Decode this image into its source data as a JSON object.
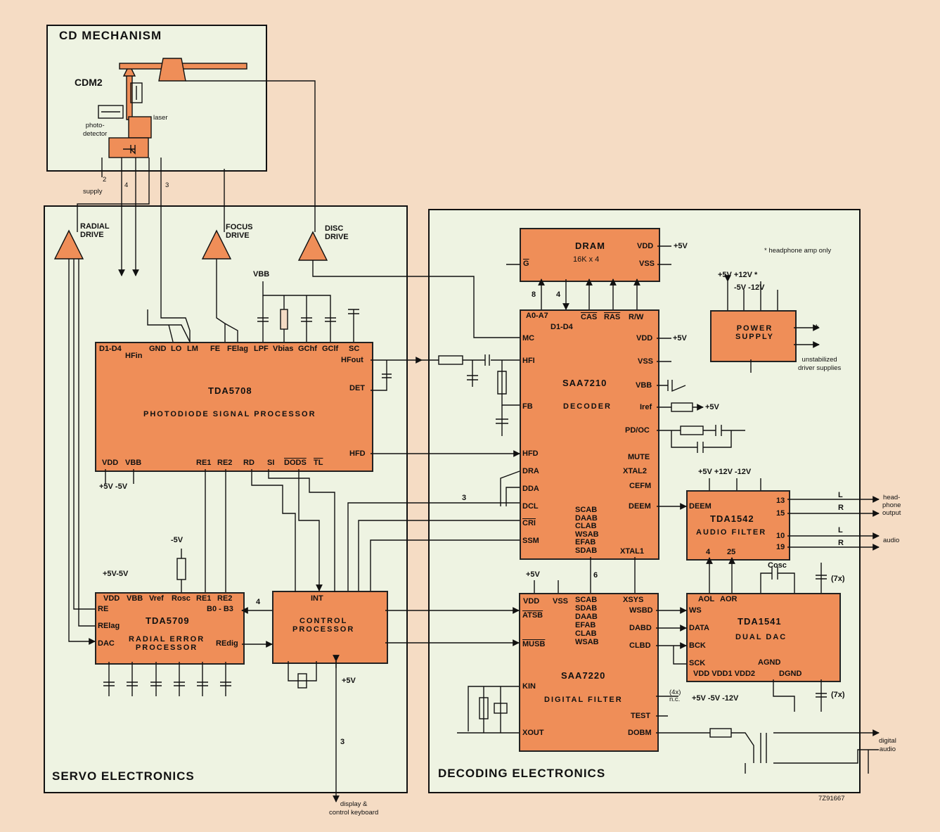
{
  "sections": {
    "cd_mechanism": "CD MECHANISM",
    "servo": "SERVO ELECTRONICS",
    "decoding": "DECODING ELECTRONICS"
  },
  "mechanism": {
    "cdm2": "CDM2",
    "laser": "laser",
    "photodetector": "photo-\ndetector",
    "supply": "supply",
    "bus2": "2",
    "bus4": "4",
    "bus3": "3"
  },
  "drives": {
    "radial": "RADIAL\nDRIVE",
    "focus": "FOCUS\nDRIVE",
    "disc": "DISC\nDRIVE"
  },
  "tda5708": {
    "name": "TDA5708",
    "function": "PHOTODIODE SIGNAL PROCESSOR",
    "pins": {
      "d1d4": "D1-D4",
      "hfin": "HFin",
      "gnd": "GND",
      "lo": "LO",
      "lm": "LM",
      "fe": "FE",
      "felag": "FElag",
      "lpf": "LPF",
      "vbias": "Vbias",
      "gchf": "GChf",
      "gclf": "GClf",
      "sc": "SC",
      "hfout": "HFout",
      "det": "DET",
      "hfd": "HFD",
      "vdd": "VDD",
      "vbb": "VBB",
      "re1": "RE1",
      "re2": "RE2",
      "rd": "RD",
      "si": "SI",
      "dods": "DODS",
      "tl": "TL"
    },
    "supply": "+5V -5V",
    "vbb_rail": "VBB"
  },
  "tda5709": {
    "name": "TDA5709",
    "function": "RADIAL ERROR\nPROCESSOR",
    "pins": {
      "re": "RE",
      "relag": "RElag",
      "dac": "DAC",
      "vdd": "VDD",
      "vbb": "VBB",
      "vref": "Vref",
      "rosc": "Rosc",
      "re1": "RE1",
      "re2": "RE2",
      "b0b3": "B0 - B3",
      "redig": "REdig"
    },
    "supply": "+5V-5V",
    "neg5": "-5V",
    "bus4": "4"
  },
  "control": {
    "name": "CONTROL\nPROCESSOR",
    "int": "INT",
    "plus5": "+5V",
    "bus3": "3",
    "display": "display &\ncontrol keyboard"
  },
  "dram": {
    "name": "DRAM",
    "size": "16K x 4",
    "g": "G",
    "vdd": "VDD",
    "vss": "VSS",
    "plus5": "+5V",
    "bus8": "8",
    "bus4": "4"
  },
  "saa7210": {
    "name": "SAA7210",
    "function": "DECODER",
    "pins": {
      "a0a7": "A0-A7",
      "d1d4": "D1-D4",
      "cas": "CAS",
      "ras": "RAS",
      "rw": "R/W",
      "mc": "MC",
      "hfi": "HFI",
      "fb": "FB",
      "hfd": "HFD",
      "dra": "DRA",
      "dda": "DDA",
      "dcl": "DCL",
      "cri": "CRI",
      "ssm": "SSM",
      "vdd": "VDD",
      "vss": "VSS",
      "vbb": "VBB",
      "iref": "Iref",
      "pdoc": "PD/OC",
      "mute": "MUTE",
      "xtal2": "XTAL2",
      "cefm": "CEFM",
      "deem": "DEEM",
      "xtal1": "XTAL1",
      "outs": "SCAB\nDAAB\nCLAB\nWSAB\nEFAB\nSDAB"
    },
    "plus5a": "+5V",
    "plus5b": "+5V",
    "bus3": "3"
  },
  "psu": {
    "name": "POWER\nSUPPLY",
    "note": "* headphone amp only",
    "rails_top": "+5V  +12V *",
    "rails_mid": "-5V  -12V",
    "plus": "+",
    "minus": "-",
    "unstab": "unstabilized\ndriver supplies"
  },
  "tda1542": {
    "name": "TDA1542",
    "function": "AUDIO FILTER",
    "rails": "+5V  +12V -12V",
    "deem": "DEEM",
    "p4": "4",
    "p25": "25",
    "p13": "13",
    "p15": "15",
    "p10": "10",
    "p19": "19",
    "l1": "L",
    "r1": "R",
    "l2": "L",
    "r2": "R",
    "headphone": "head-\nphone\noutput",
    "audio": "audio"
  },
  "saa7220": {
    "name": "SAA7220",
    "function": "DIGITAL FILTER",
    "pins": {
      "vdd": "VDD",
      "vss": "VSS",
      "atsb": "ATSB",
      "musb": "MUSB",
      "kin": "KIN",
      "xout": "XOUT",
      "xsys": "XSYS",
      "wsbd": "WSBD",
      "dabd": "DABD",
      "clbd": "CLBD",
      "test": "TEST",
      "dobm": "DOBM",
      "ins": "SCAB\nSDAB\nDAAB\nEFAB\nCLAB\nWSAB"
    },
    "plus5": "+5V",
    "bus6": "6",
    "nc": "(4x)\nn.c.",
    "digital_audio": "digital\naudio"
  },
  "tda1541": {
    "name": "TDA1541",
    "function": "DUAL DAC",
    "pins": {
      "aol": "AOL",
      "aor": "AOR",
      "ws": "WS",
      "data": "DATA",
      "bck": "BCK",
      "sck": "SCK",
      "agnd": "AGND",
      "dgnd": "DGND",
      "vdd": "VDD VDD1 VDD2"
    },
    "rails": "+5V -5V -12V",
    "cosc": "Cosc",
    "x7a": "(7x)",
    "x7b": "(7x)"
  },
  "figure_code": "7Z91667"
}
